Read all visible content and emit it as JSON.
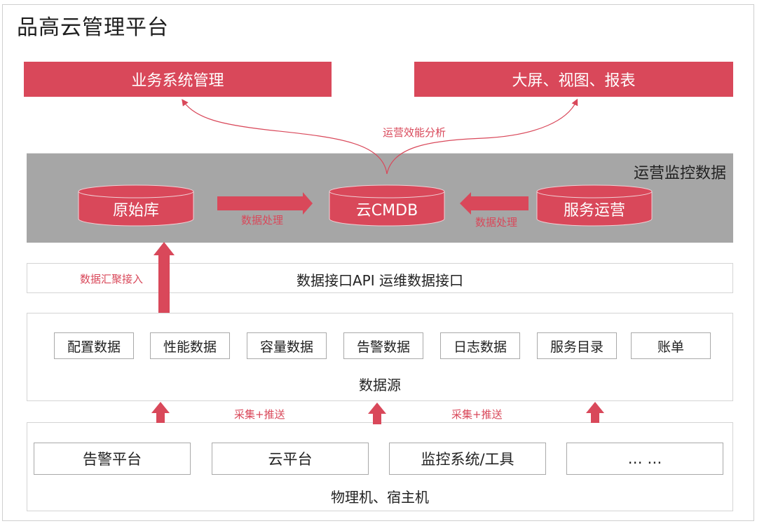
{
  "title": "品高云管理平台",
  "top_targets": [
    {
      "label": "业务系统管理"
    },
    {
      "label": "大屏、视图、报表"
    }
  ],
  "analysis_label": "运营效能分析",
  "monitoring": {
    "label": "运营监控数据",
    "databases": [
      {
        "label": "原始库"
      },
      {
        "label": "云CMDB"
      },
      {
        "label": "服务运营"
      }
    ],
    "flow_labels": [
      "数据处理",
      "数据处理"
    ]
  },
  "ingest_label": "数据汇聚接入",
  "api_layer": {
    "label": "数据接口API 运维数据接口"
  },
  "data_source": {
    "label": "数据源",
    "items": [
      "配置数据",
      "性能数据",
      "容量数据",
      "告警数据",
      "日志数据",
      "服务目录",
      "账单"
    ]
  },
  "collect_labels": [
    "采集+推送",
    "采集+推送"
  ],
  "infrastructure": {
    "label": "物理机、宿主机",
    "items": [
      "告警平台",
      "云平台",
      "监控系统/工具",
      "… …"
    ]
  },
  "colors": {
    "accent": "#d9485a",
    "band": "#a6a6a6",
    "border": "#d4d4d4"
  }
}
